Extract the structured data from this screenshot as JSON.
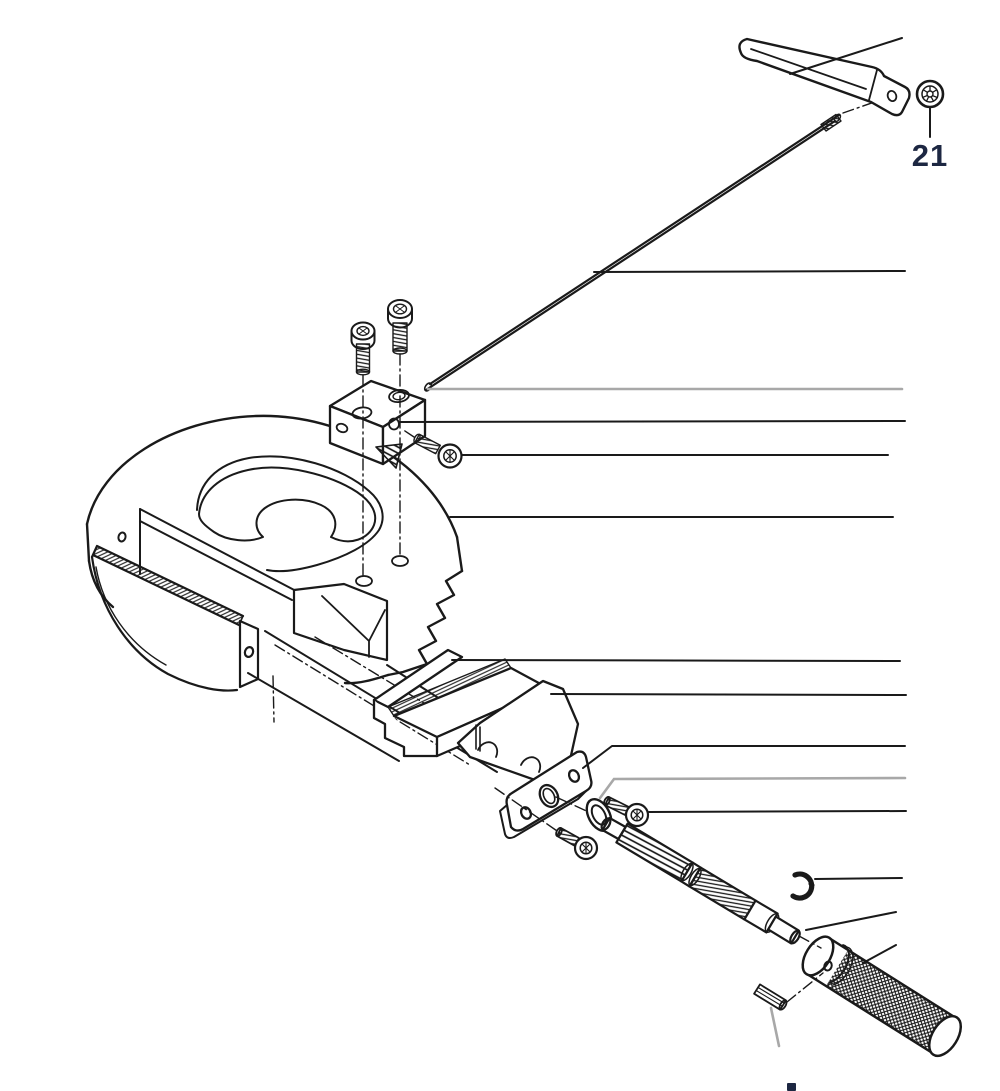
{
  "figure": {
    "type": "exploded-parts-diagram",
    "background": "#ffffff",
    "line_color": "#1a1a1a",
    "leader_line_gray": "#a8a8a8",
    "label_color": "#1d2742"
  },
  "callout": {
    "label": "21"
  },
  "parts": [
    "handle-lever",
    "push-nut-fastener",
    "guide-rod",
    "socket-screw-top-left",
    "socket-screw-top-right",
    "socket-screw-side",
    "clamp-block",
    "circular-base",
    "fixed-fence-bar",
    "v-notch-block",
    "slide-block",
    "movable-jaw",
    "end-plate",
    "washer",
    "socket-screw-plate-front",
    "socket-screw-plate-bottom",
    "lead-screw",
    "e-clip",
    "knurled-grip",
    "roll-pin"
  ]
}
